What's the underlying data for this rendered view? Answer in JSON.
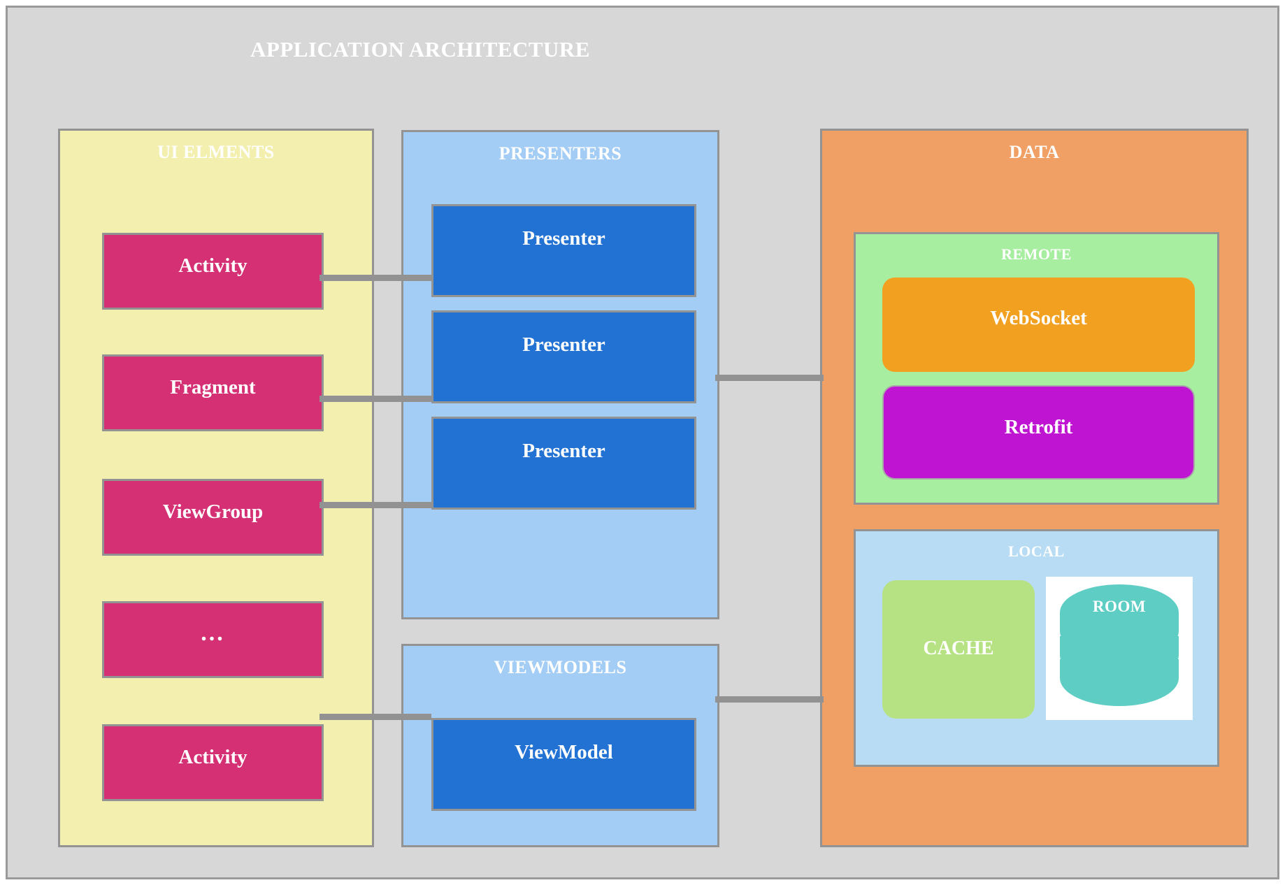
{
  "diagram": {
    "title": "APPLICATION ARCHITECTURE",
    "background_color": "#d7d7d7",
    "border_color": "#9a9a9a"
  },
  "columns": {
    "ui_elements": {
      "title": "UI ELMENTS",
      "color": "#f2efaf",
      "items": [
        {
          "label": "Activity",
          "color": "#d43073"
        },
        {
          "label": "Fragment",
          "color": "#d43073"
        },
        {
          "label": "ViewGroup",
          "color": "#d43073"
        },
        {
          "label": "...",
          "color": "#d43073"
        },
        {
          "label": "Activity",
          "color": "#d43073"
        }
      ]
    },
    "presenters": {
      "title": "PRESENTERS",
      "color": "#a4cdf6",
      "items": [
        {
          "label": "Presenter",
          "color": "#2272d4"
        },
        {
          "label": "Presenter",
          "color": "#2272d4"
        },
        {
          "label": "Presenter",
          "color": "#2272d4"
        }
      ]
    },
    "viewmodels": {
      "title": "VIEWMODELS",
      "color": "#a4cdf6",
      "items": [
        {
          "label": "ViewModel",
          "color": "#2272d4"
        }
      ]
    },
    "data": {
      "title": "DATA",
      "color": "#f0a064",
      "remote": {
        "title": "REMOTE",
        "color": "#a8eea0",
        "items": [
          {
            "label": "WebSocket",
            "color": "#f2a020"
          },
          {
            "label": "Retrofit",
            "color": "#bf14d2"
          }
        ]
      },
      "local": {
        "title": "LOCAL",
        "color": "#b8dcf4",
        "items": [
          {
            "label": "CACHE",
            "color": "#b6e283"
          },
          {
            "label": "ROOM",
            "color": "#5ecdc4",
            "icon": "database-cylinder-icon"
          }
        ]
      }
    }
  },
  "connectors": {
    "color": "#929292",
    "links": [
      {
        "from": "Activity",
        "to": "Presenter"
      },
      {
        "from": "Fragment",
        "to": "Presenter"
      },
      {
        "from": "ViewGroup",
        "to": "Presenter"
      },
      {
        "from": "Activity",
        "to": "ViewModel"
      },
      {
        "from": "PRESENTERS",
        "to": "DATA"
      },
      {
        "from": "VIEWMODELS",
        "to": "DATA"
      }
    ]
  }
}
